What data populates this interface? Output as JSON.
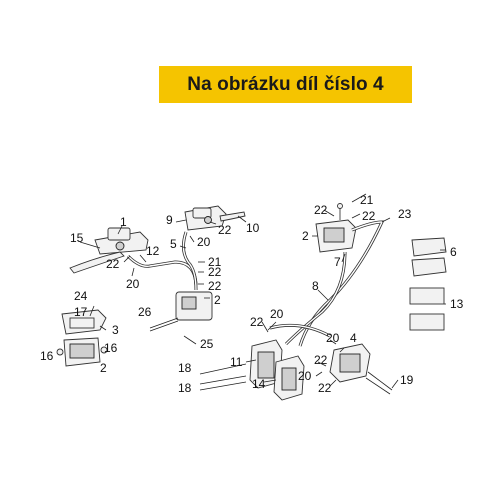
{
  "banner": {
    "text": "Na obrázku díl číslo 4"
  },
  "colors": {
    "banner_bg": "#f5c400",
    "line": "#222222"
  },
  "callouts": [
    {
      "id": "c1",
      "text": "1"
    },
    {
      "id": "c15",
      "text": "15"
    },
    {
      "id": "c22a",
      "text": "22"
    },
    {
      "id": "c12",
      "text": "12"
    },
    {
      "id": "c20a",
      "text": "20"
    },
    {
      "id": "c9",
      "text": "9"
    },
    {
      "id": "c22b",
      "text": "22"
    },
    {
      "id": "c10",
      "text": "10"
    },
    {
      "id": "c5",
      "text": "5"
    },
    {
      "id": "c20b",
      "text": "20"
    },
    {
      "id": "c21a",
      "text": "21"
    },
    {
      "id": "c22c",
      "text": "22"
    },
    {
      "id": "c22d",
      "text": "22"
    },
    {
      "id": "c2a",
      "text": "2"
    },
    {
      "id": "c26",
      "text": "26"
    },
    {
      "id": "c24",
      "text": "24"
    },
    {
      "id": "c17",
      "text": "17"
    },
    {
      "id": "c3",
      "text": "3"
    },
    {
      "id": "c16a",
      "text": "16"
    },
    {
      "id": "c16b",
      "text": "16"
    },
    {
      "id": "c2b",
      "text": "2"
    },
    {
      "id": "c25",
      "text": "25"
    },
    {
      "id": "c22e",
      "text": "22"
    },
    {
      "id": "c21b",
      "text": "21"
    },
    {
      "id": "c22f",
      "text": "22"
    },
    {
      "id": "c23",
      "text": "23"
    },
    {
      "id": "c2c",
      "text": "2"
    },
    {
      "id": "c7",
      "text": "7"
    },
    {
      "id": "c6",
      "text": "6"
    },
    {
      "id": "c8",
      "text": "8"
    },
    {
      "id": "c13",
      "text": "13"
    },
    {
      "id": "c20c",
      "text": "20"
    },
    {
      "id": "c22g",
      "text": "22"
    },
    {
      "id": "c20d",
      "text": "20"
    },
    {
      "id": "c4",
      "text": "4"
    },
    {
      "id": "c11",
      "text": "11"
    },
    {
      "id": "c22h",
      "text": "22"
    },
    {
      "id": "c18a",
      "text": "18"
    },
    {
      "id": "c14",
      "text": "14"
    },
    {
      "id": "c20e",
      "text": "20"
    },
    {
      "id": "c22i",
      "text": "22"
    },
    {
      "id": "c19",
      "text": "19"
    },
    {
      "id": "c18b",
      "text": "18"
    }
  ]
}
